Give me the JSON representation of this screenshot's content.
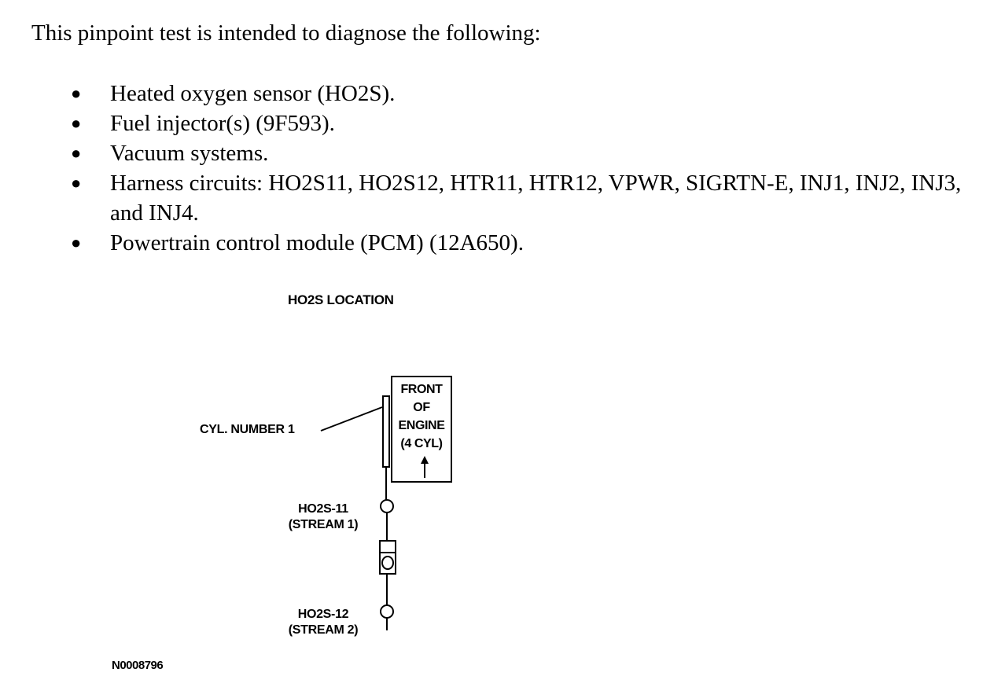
{
  "intro": "This pinpoint test is intended to diagnose the following:",
  "items": [
    "Heated oxygen sensor (HO2S).",
    "Fuel injector(s) (9F593).",
    "Vacuum systems.",
    "Harness circuits: HO2S11, HO2S12, HTR11, HTR12, VPWR, SIGRTN-E, INJ1, INJ2, INJ3, and INJ4.",
    "Powertrain control module (PCM) (12A650)."
  ],
  "figure": {
    "title": "HO2S LOCATION",
    "cyl_label": "CYL. NUMBER 1",
    "engine": {
      "line1": "FRONT",
      "line2": "OF",
      "line3": "ENGINE",
      "line4": "(4 CYL)"
    },
    "sensor1": {
      "name": "HO2S-11",
      "stream": "(STREAM 1)"
    },
    "sensor2": {
      "name": "HO2S-12",
      "stream": "(STREAM 2)"
    },
    "figure_id": "N0008796"
  }
}
